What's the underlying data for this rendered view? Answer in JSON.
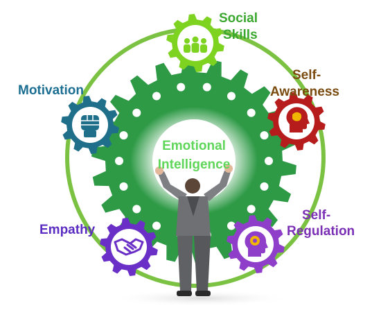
{
  "center": {
    "line1": "Emotional",
    "line2": "Intelligence"
  },
  "nodes": [
    {
      "key": "social",
      "line1": "Social",
      "line2": "Skills",
      "icon": "people-icon",
      "color": "#7ed321"
    },
    {
      "key": "self_awareness",
      "line1": "Self-",
      "line2": "Awareness",
      "icon": "head-icon",
      "color": "#b71c1c"
    },
    {
      "key": "self_regulation",
      "line1": "Self-",
      "line2": "Regulation",
      "icon": "head-gear-icon",
      "color": "#8e3ec9"
    },
    {
      "key": "empathy",
      "line1": "Empathy",
      "line2": "",
      "icon": "handshake-icon",
      "color": "#6a2fc7"
    },
    {
      "key": "motivation",
      "line1": "Motivation",
      "line2": "",
      "icon": "fist-icon",
      "color": "#1f6f8b"
    }
  ],
  "colors": {
    "ring": "#7cc242",
    "main_gear": "#2e9a46",
    "social_text": "#3aa82f",
    "awareness_text": "#7a4a0e",
    "regulation_text": "#7b2fb5",
    "empathy_text": "#5b2cc1",
    "motivation_text": "#1c6f92",
    "center_text": "#5fd65a"
  }
}
